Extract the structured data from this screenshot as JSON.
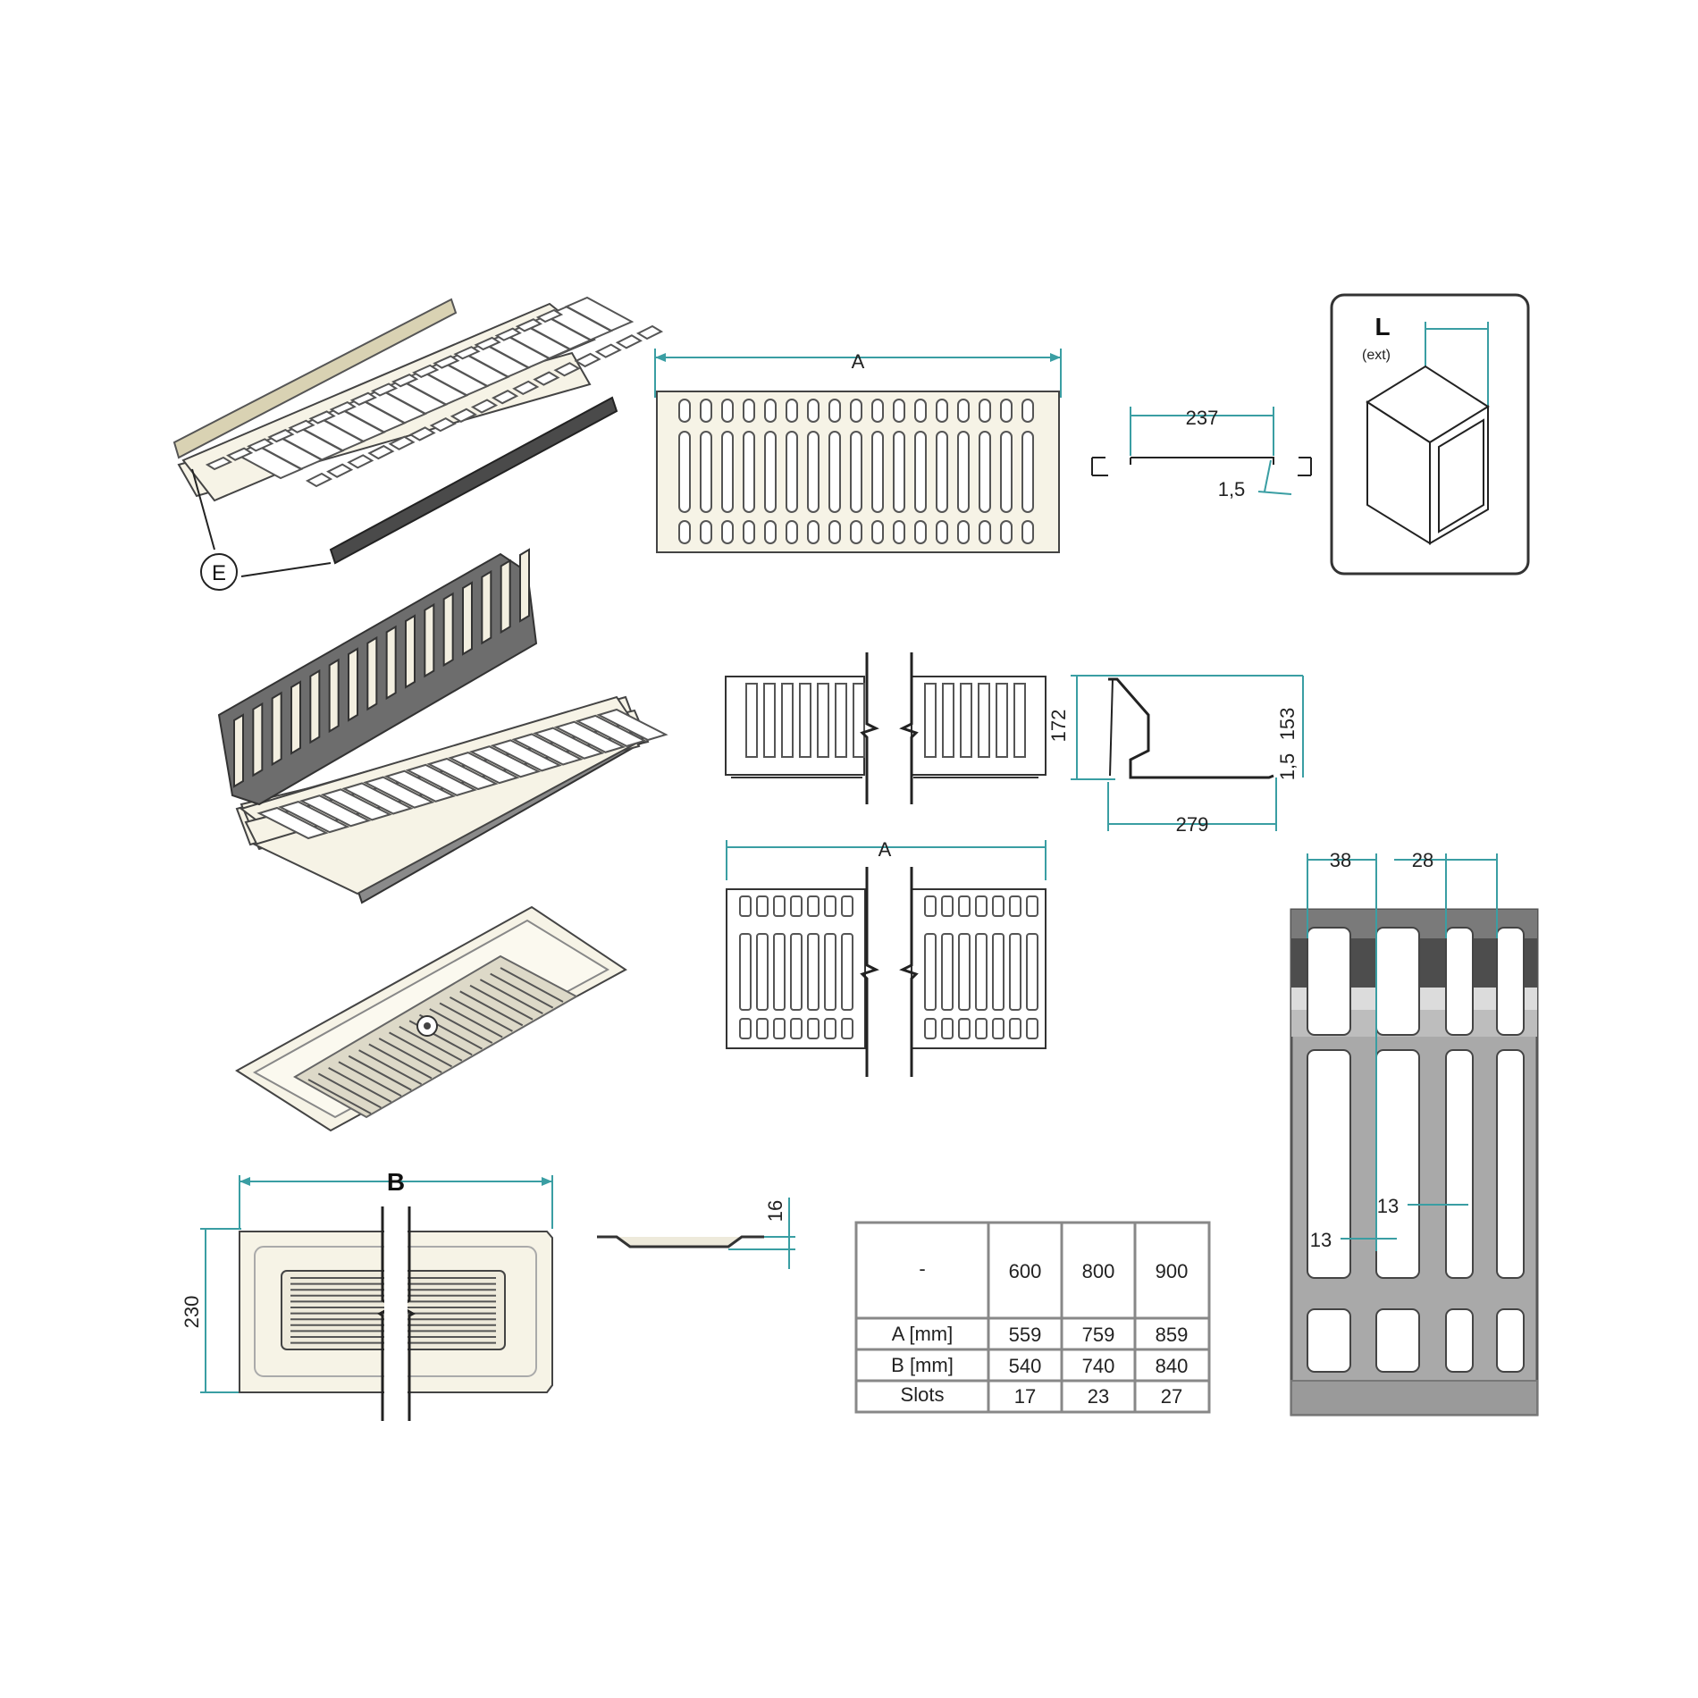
{
  "labels": {
    "e_callout": "E",
    "dim_a_top": "A",
    "dim_237": "237",
    "dim_1_5_top": "1,5",
    "l_label": "L",
    "l_ext": "(ext)",
    "dim_172": "172",
    "dim_153": "153",
    "dim_1_5_side": "1,5",
    "dim_279": "279",
    "dim_a_mid": "A",
    "dim_38": "38",
    "dim_28": "28",
    "dim_13_a": "13",
    "dim_13_b": "13",
    "dim_b": "B",
    "dim_230": "230",
    "dim_16": "16"
  },
  "table": {
    "header": [
      "-",
      "600",
      "800",
      "900"
    ],
    "rows": [
      [
        "A [mm]",
        "559",
        "759",
        "859"
      ],
      [
        "B [mm]",
        "540",
        "740",
        "840"
      ],
      [
        "Slots",
        "17",
        "23",
        "27"
      ]
    ]
  },
  "colors": {
    "dimension_line": "#3a9ea3",
    "part_fill": "#f6f3e6",
    "rack_dark": "#6d6d6d",
    "metal_grey": "#9a9a9a"
  }
}
